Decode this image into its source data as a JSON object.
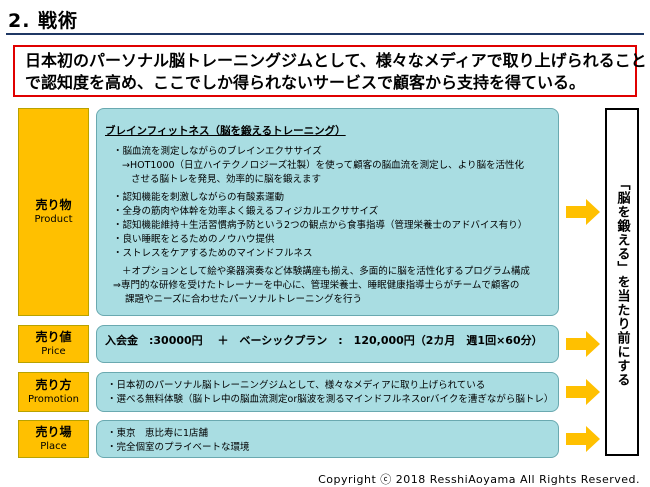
{
  "header": {
    "title": "2. 戦術"
  },
  "summary": {
    "line1": "日本初のパーソナル脳トレーニングジムとして、様々なメディアで取り上げられること",
    "line2": "で認知度を高め、ここでしか得られないサービスで顧客から支持を得ている。"
  },
  "sections": {
    "product": {
      "label_jp": "売り物",
      "label_en": "Product",
      "heading": "ブレインフィットネス（脳を鍛えるトレーニング）",
      "items": [
        "・脳血流を測定しながらのブレインエクササイズ",
        "→HOT1000（日立ハイテクノロジーズ社製）を使って顧客の脳血流を測定し、より脳を活性化",
        "させる脳トレを発見、効率的に脳を鍛えます",
        "・認知機能を刺激しながらの有酸素運動",
        "・全身の筋肉や体幹を効率よく鍛えるフィジカルエクササイズ",
        "・認知機能維持＋生活習慣病予防という2つの観点から食事指導（管理栄養士のアドバイス有り）",
        "・良い睡眠をとるためのノウハウ提供",
        "・ストレスをケアするためのマインドフルネス",
        "＋オプションとして絵や楽器演奏など体験講座も揃え、多面的に脳を活性化するプログラム構成",
        "⇒専門的な研修を受けたトレーナーを中心に、管理栄養士、睡眠健康指導士らがチームで顧客の",
        "課題やニーズに合わせたパーソナルトレーニングを行う"
      ]
    },
    "price": {
      "label_jp": "売り値",
      "label_en": "Price",
      "text": "入会金　:30000円　 ＋　ベーシックプラン　:　120,000円（2カ月　週1回×60分）"
    },
    "promotion": {
      "label_jp": "売り方",
      "label_en": "Promotion",
      "items": [
        "・日本初のパーソナル脳トレーニングジムとして、様々なメディアに取り上げられている",
        "・選べる無料体験（脳トレ中の脳血流測定or脳波を測るマインドフルネスorバイクを漕ぎながら脳トレ）"
      ]
    },
    "place": {
      "label_jp": "売り場",
      "label_en": "Place",
      "items": [
        "・東京　恵比寿に1店舗",
        "・完全個室のプライベートな環境"
      ]
    }
  },
  "side_message": "「脳を鍛える」を当たり前にする",
  "footer": {
    "copyright": "Copyright ⓒ 2018 ResshiAoyama All Rights Reserved."
  },
  "colors": {
    "label_bg": "#ffc000",
    "content_bg": "#a9dde2",
    "summary_border": "#e00000",
    "arrow": "#ffc000"
  }
}
